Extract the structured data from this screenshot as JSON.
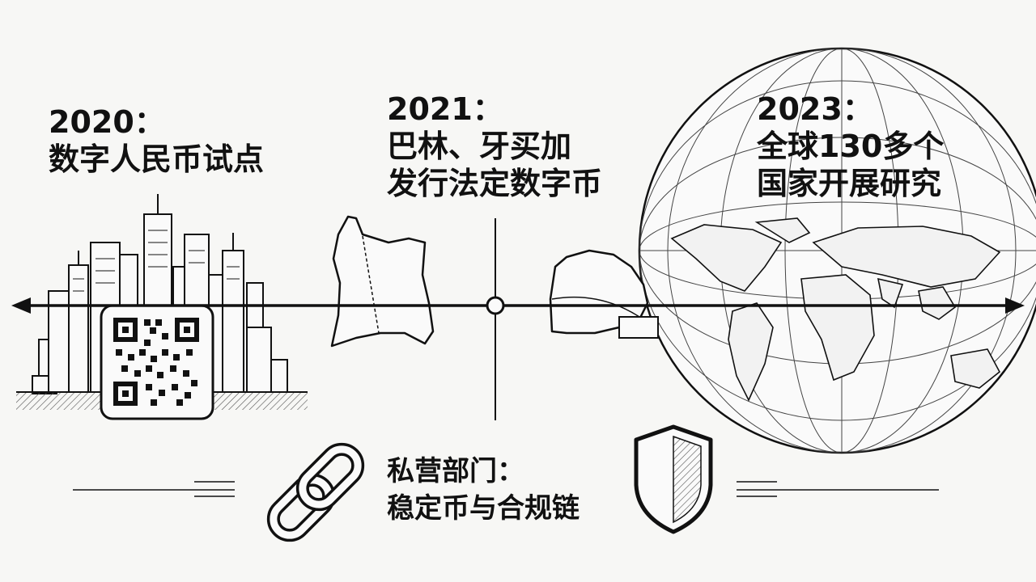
{
  "milestones": [
    {
      "year": "2020：",
      "text": "数字人民币试点"
    },
    {
      "year": "2021：",
      "text_lines": [
        "巴林、牙买加",
        "发行法定数字币"
      ]
    },
    {
      "year": "2023：",
      "text_lines": [
        "全球130多个",
        "国家开展研究"
      ]
    }
  ],
  "private_sector": {
    "title": "私营部门：",
    "text": "稳定币与合规链"
  },
  "icons": [
    "city-skyline-icon",
    "qr-code-icon",
    "bahrain-map-icon",
    "jamaica-map-icon",
    "globe-icon",
    "chain-link-icon",
    "shield-icon"
  ],
  "colors": {
    "ink": "#111111",
    "paper": "#f7f7f5",
    "shade": "#888888"
  }
}
